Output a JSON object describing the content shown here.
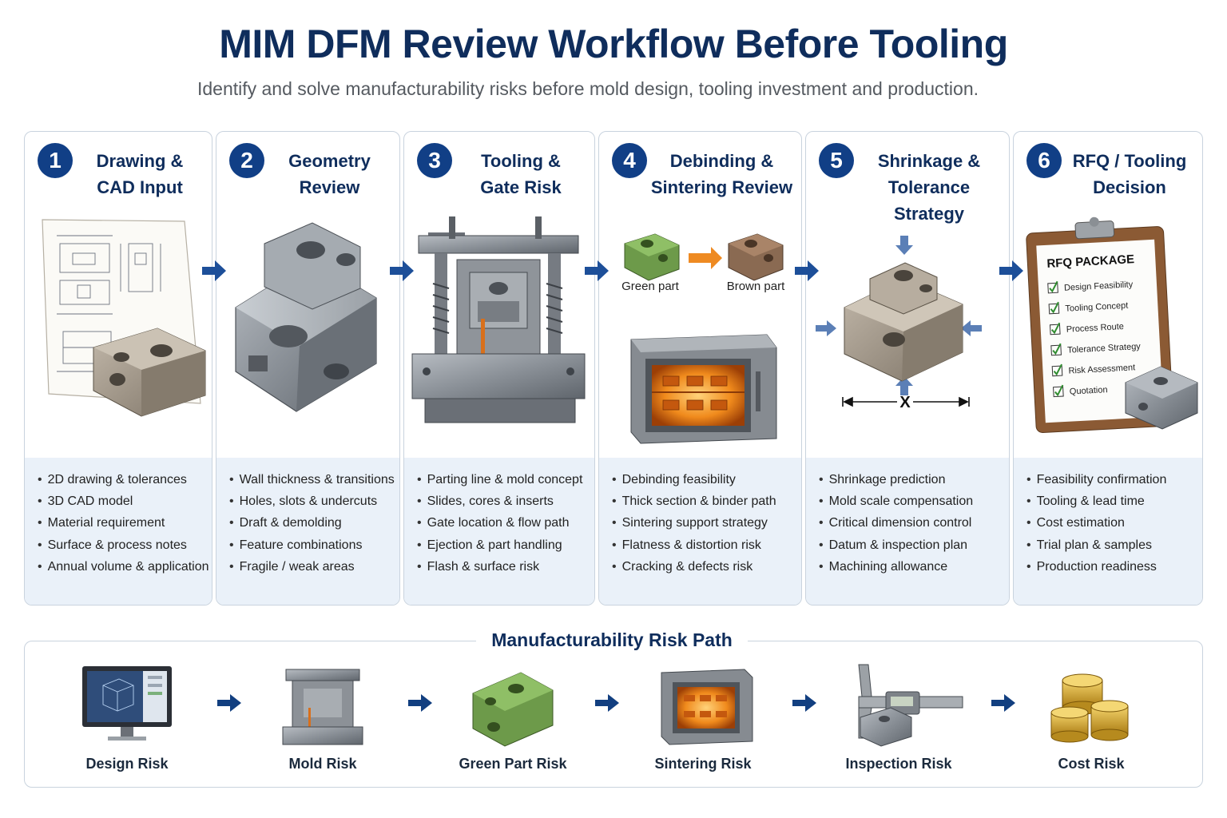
{
  "title": "MIM DFM Review Workflow Before Tooling",
  "subtitle": "Identify and solve manufacturability risks before mold design, tooling investment and production.",
  "steps": [
    {
      "num": "1",
      "line1": "Drawing &",
      "line2": "CAD Input",
      "bullets": [
        "2D drawing & tolerances",
        "3D CAD model",
        "Material requirement",
        "Surface & process notes",
        "Annual volume & application"
      ]
    },
    {
      "num": "2",
      "line1": "Geometry",
      "line2": "Review",
      "bullets": [
        "Wall thickness & transitions",
        "Holes, slots & undercuts",
        "Draft & demolding",
        "Feature combinations",
        "Fragile / weak areas"
      ]
    },
    {
      "num": "3",
      "line1": "Tooling &",
      "line2": "Gate Risk",
      "bullets": [
        "Parting line & mold concept",
        "Slides, cores & inserts",
        "Gate location & flow path",
        "Ejection & part handling",
        "Flash & surface risk"
      ]
    },
    {
      "num": "4",
      "line1": "Debinding &",
      "line2": "Sintering Review",
      "bullets": [
        "Debinding feasibility",
        "Thick section & binder path",
        "Sintering support strategy",
        "Flatness & distortion risk",
        "Cracking & defects risk"
      ]
    },
    {
      "num": "5",
      "line1": "Shrinkage &",
      "line2": "Tolerance Strategy",
      "bullets": [
        "Shrinkage prediction",
        "Mold scale compensation",
        "Critical dimension control",
        "Datum & inspection plan",
        "Machining allowance"
      ]
    },
    {
      "num": "6",
      "line1": "RFQ / Tooling",
      "line2": "Decision",
      "bullets": [
        "Feasibility confirmation",
        "Tooling & lead time",
        "Cost estimation",
        "Trial plan & samples",
        "Production readiness"
      ]
    }
  ],
  "step4_labels": {
    "green": "Green part",
    "brown": "Brown part"
  },
  "step5_dim": "X",
  "rfq": {
    "heading": "RFQ PACKAGE",
    "items": [
      "Design Feasibility",
      "Tooling Concept",
      "Process Route",
      "Tolerance Strategy",
      "Risk Assessment",
      "Quotation"
    ]
  },
  "risk_path": {
    "title": "Manufacturability Risk Path",
    "items": [
      "Design Risk",
      "Mold Risk",
      "Green Part Risk",
      "Sintering Risk",
      "Inspection Risk",
      "Cost Risk"
    ]
  },
  "colors": {
    "navy": "#0f2d5c",
    "badge": "#113f86",
    "arrow": "#1d4f99",
    "panel": "#eaf1f9",
    "green_part": "#6d9a4a",
    "brown_part": "#8a6a52",
    "furnace_glow": "#f08a1c"
  }
}
